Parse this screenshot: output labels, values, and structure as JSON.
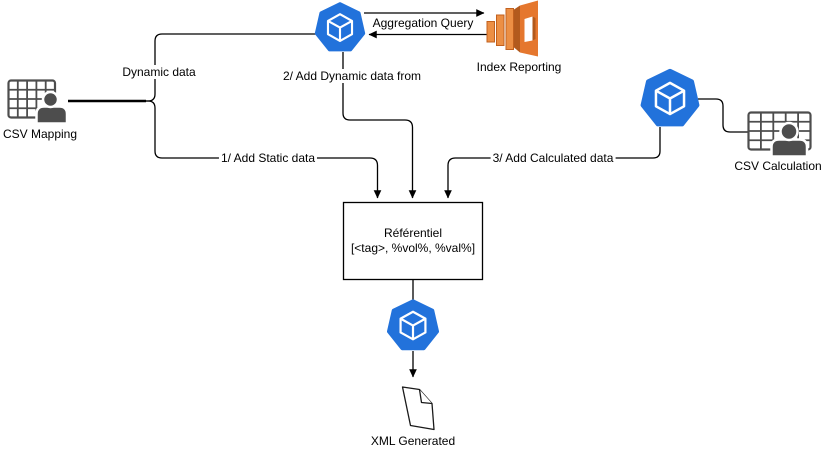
{
  "diagram": {
    "nodes": {
      "csv_mapping": {
        "label": "CSV Mapping"
      },
      "index_reporting": {
        "label": "Index Reporting"
      },
      "csv_calculation": {
        "label": "CSV Calculation"
      },
      "referentiel": {
        "label_line1": "Référentiel",
        "label_line2": "[<tag>, %vol%, %val%]"
      },
      "xml_generated": {
        "label": "XML Generated"
      }
    },
    "edges": {
      "aggregation_query": {
        "label": "Aggregation Query"
      },
      "dynamic_data": {
        "label": "Dynamic data"
      },
      "add_dynamic": {
        "label": "2/ Add Dynamic data from"
      },
      "add_static": {
        "label": "1/ Add Static data"
      },
      "add_calculated": {
        "label": "3/ Add Calculated data"
      }
    },
    "colors": {
      "node_blue": "#2272DB",
      "aws_orange": "#E5772E",
      "aws_orange_light": "#EC8F44",
      "aws_orange_dark": "#B25A1D",
      "icon_gray": "#4D4D4D",
      "line_black": "#000000"
    }
  }
}
